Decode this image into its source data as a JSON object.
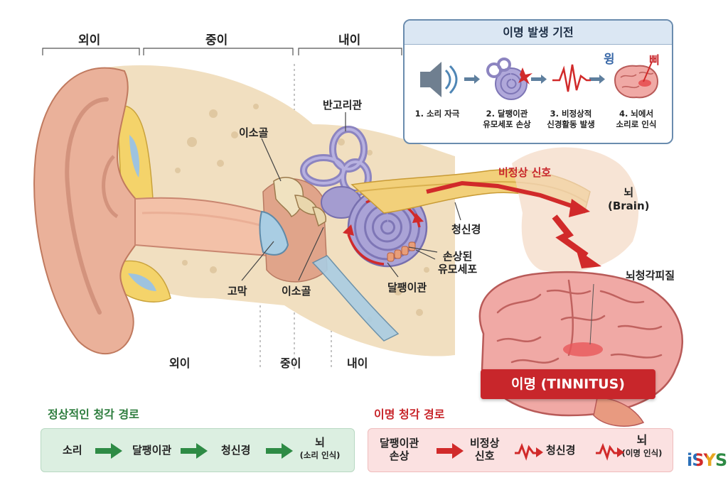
{
  "sections_top": {
    "outer": "외이",
    "middle": "중이",
    "inner": "내이"
  },
  "sections_bottom": {
    "outer": "외이",
    "middle": "중이",
    "inner": "내이"
  },
  "labels": {
    "semicircular": "반고리관",
    "ossicles_top": "이소골",
    "ossicles_bottom": "이소골",
    "eardrum": "고막",
    "cochlea": "달팽이관",
    "damaged_cells": "손상된\n유모세포",
    "auditory_nerve": "청신경",
    "abnormal_signal": "비정상 신호",
    "brain": "뇌\n(Brain)",
    "auditory_cortex": "뇌청각피질",
    "tinnitus_banner": "이명 (TINNITUS)"
  },
  "mechanism": {
    "title": "이명 발생 기전",
    "steps": [
      {
        "caption": "1. 소리 자극"
      },
      {
        "caption": "2. 달팽이관\n유모세포 손상"
      },
      {
        "caption": "3. 비정상적\n신경활동 발생"
      },
      {
        "caption": "4. 뇌에서\n소리로 인식"
      }
    ],
    "sound_words": {
      "hum": "윙",
      "beep": "삐"
    }
  },
  "normal_path": {
    "title": "정상적인 청각 경로",
    "items": [
      "소리",
      "달팽이관",
      "청신경",
      "뇌"
    ],
    "last_sub": "(소리 인식)"
  },
  "tinnitus_path": {
    "title": "이명 청각 경로",
    "items": [
      "달팽이관\n손상",
      "비정상\n신호",
      "청신경",
      "뇌"
    ],
    "last_sub": "(이명 인식)"
  },
  "logo": {
    "text": "iSYS"
  },
  "colors": {
    "normal_green": "#2e8b45",
    "tinnitus_red": "#c8262b",
    "panel_blue": "#6a8cae"
  }
}
